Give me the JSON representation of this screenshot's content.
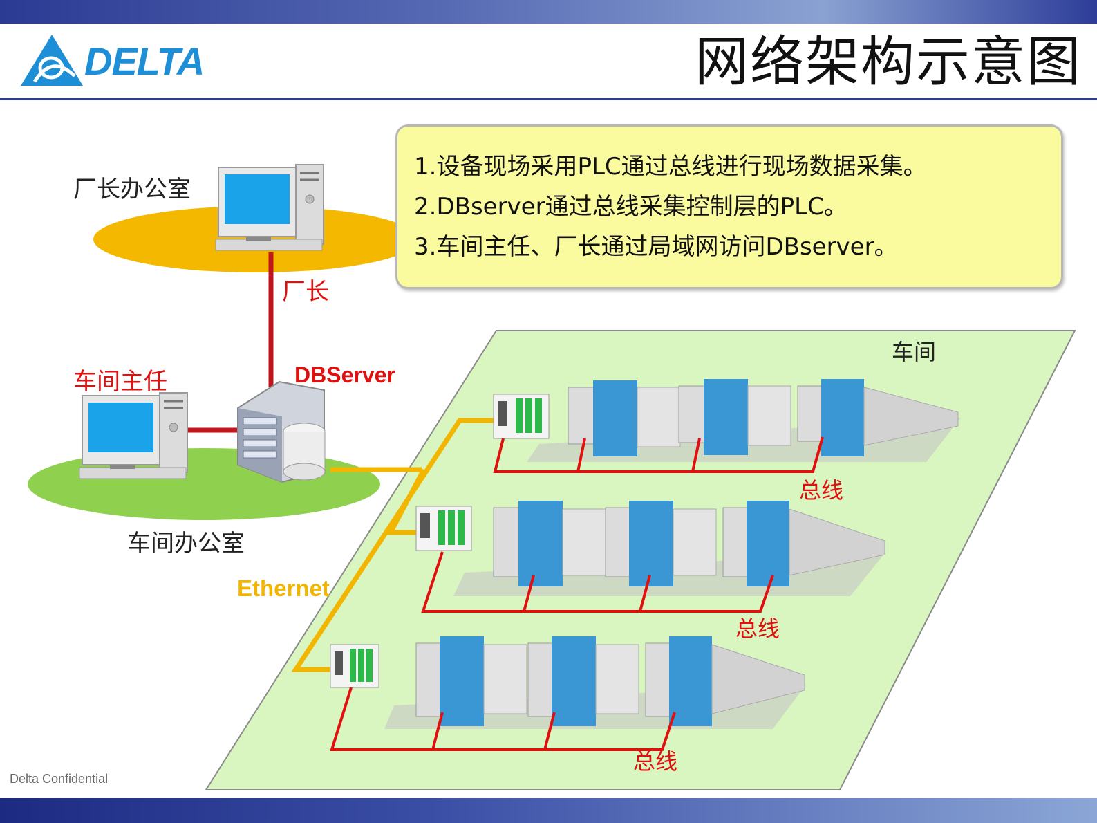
{
  "header": {
    "title": "网络架构示意图",
    "logo_text": "DELTA"
  },
  "notes": [
    "1.设备现场采用PLC通过总线进行现场数据采集。",
    "2.DBserver通过总线采集控制层的PLC。",
    "3.车间主任、厂长通过局域网访问DBserver。"
  ],
  "labels": {
    "factory_office": "厂长办公室",
    "factory_director": "厂长",
    "workshop_director": "车间主任",
    "dbserver": "DBServer",
    "workshop_office": "车间办公室",
    "ethernet": "Ethernet",
    "workshop": "车间",
    "bus_1": "总线",
    "bus_2": "总线",
    "bus_3": "总线"
  },
  "footer": "Delta Confidential",
  "colors": {
    "accent_blue": "#2f3d8f",
    "bus_red": "#e20f0f",
    "ethernet_gold": "#f2b600",
    "workshop_green": "#d9f5c0",
    "note_yellow": "#fafa9e"
  }
}
